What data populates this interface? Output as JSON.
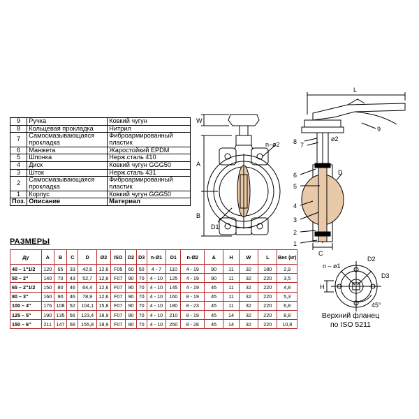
{
  "parts": {
    "rows": [
      {
        "n": "9",
        "desc": "Ручка",
        "mat": "Ковкий чугун"
      },
      {
        "n": "8",
        "desc": "Кольцевая прокладка",
        "mat": "Нитрил"
      },
      {
        "n": "7",
        "desc": "Самосмазывающаяся прокладка",
        "mat": "Фиброармированный пластик"
      },
      {
        "n": "6",
        "desc": "Манжета",
        "mat": "Жаростойкий EPDM"
      },
      {
        "n": "5",
        "desc": "Шпонка",
        "mat": "Нерж.сталь 410"
      },
      {
        "n": "4",
        "desc": "Диск",
        "mat": "Ковкий чугун GGG50"
      },
      {
        "n": "3",
        "desc": "Шток",
        "mat": "Нерж.сталь 431"
      },
      {
        "n": "2",
        "desc": "Самосмазывающаяся прокладка",
        "mat": "Фиброармированный пластик"
      },
      {
        "n": "1",
        "desc": "Корпус",
        "mat": "Ковкий чугун GGG50"
      }
    ],
    "header": {
      "n": "Поз.",
      "desc": "Описание",
      "mat": "Материал"
    }
  },
  "dims": {
    "title": "РАЗМЕРЫ",
    "headers": [
      "Ду",
      "A",
      "B",
      "C",
      "D",
      "Ø2",
      "ISO",
      "D2",
      "D3",
      "n-Ø1",
      "D1",
      "n-Ø2",
      "&",
      "H",
      "W",
      "L",
      "Вес (кг)"
    ],
    "rows": [
      [
        "40 – 1\"1/2",
        "120",
        "65",
        "33",
        "42,6",
        "12,6",
        "F05",
        "60",
        "50",
        "4 - 7",
        "110",
        "4 - 19",
        "90",
        "11",
        "32",
        "180",
        "2,9"
      ],
      [
        "50 – 2\"",
        "140",
        "70",
        "43",
        "52,7",
        "12,6",
        "F07",
        "90",
        "70",
        "4 - 10",
        "125",
        "4 - 19",
        "90",
        "11",
        "32",
        "220",
        "3,5"
      ],
      [
        "65 – 2\"1/2",
        "150",
        "80",
        "46",
        "64,4",
        "12,6",
        "F07",
        "90",
        "70",
        "4 - 10",
        "145",
        "4 - 19",
        "45",
        "11",
        "32",
        "220",
        "4,8"
      ],
      [
        "80 – 3\"",
        "160",
        "90",
        "46",
        "78,9",
        "12,6",
        "F07",
        "90",
        "70",
        "4 - 10",
        "160",
        "8 - 19",
        "45",
        "11",
        "32",
        "220",
        "5,3"
      ],
      [
        "100 – 4\"",
        "176",
        "108",
        "52",
        "104,1",
        "15,8",
        "F07",
        "90",
        "70",
        "4 - 10",
        "180",
        "8 - 23",
        "45",
        "11",
        "32",
        "220",
        "6,8"
      ],
      [
        "125 – 5\"",
        "190",
        "135",
        "56",
        "123,4",
        "18,9",
        "F07",
        "90",
        "70",
        "4 - 10",
        "210",
        "8 - 19",
        "45",
        "14",
        "32",
        "220",
        "8,8"
      ],
      [
        "150 – 6\"",
        "211",
        "147",
        "56",
        "155,8",
        "18,9",
        "F07",
        "90",
        "70",
        "4 - 10",
        "250",
        "8 - 28",
        "45",
        "14",
        "32",
        "220",
        "10,8"
      ]
    ]
  },
  "drawing": {
    "front": {
      "label_W": "W",
      "label_A": "A",
      "label_B": "B",
      "label_D1": "D1",
      "label_nphi2": "n–ø2"
    },
    "side": {
      "label_L": "L",
      "label_C": "C",
      "label_phi2": "ø2",
      "label_D": "D",
      "callouts": [
        "9",
        "8",
        "7",
        "6",
        "5",
        "4",
        "3",
        "2",
        "1"
      ]
    },
    "flange": {
      "label_nphi1": "n – ø1",
      "label_D2": "D2",
      "label_D3": "D3",
      "label_H": "H",
      "label_angle": "45°",
      "caption_1": "Верхний фланец",
      "caption_2": "по ISO 5211"
    }
  }
}
